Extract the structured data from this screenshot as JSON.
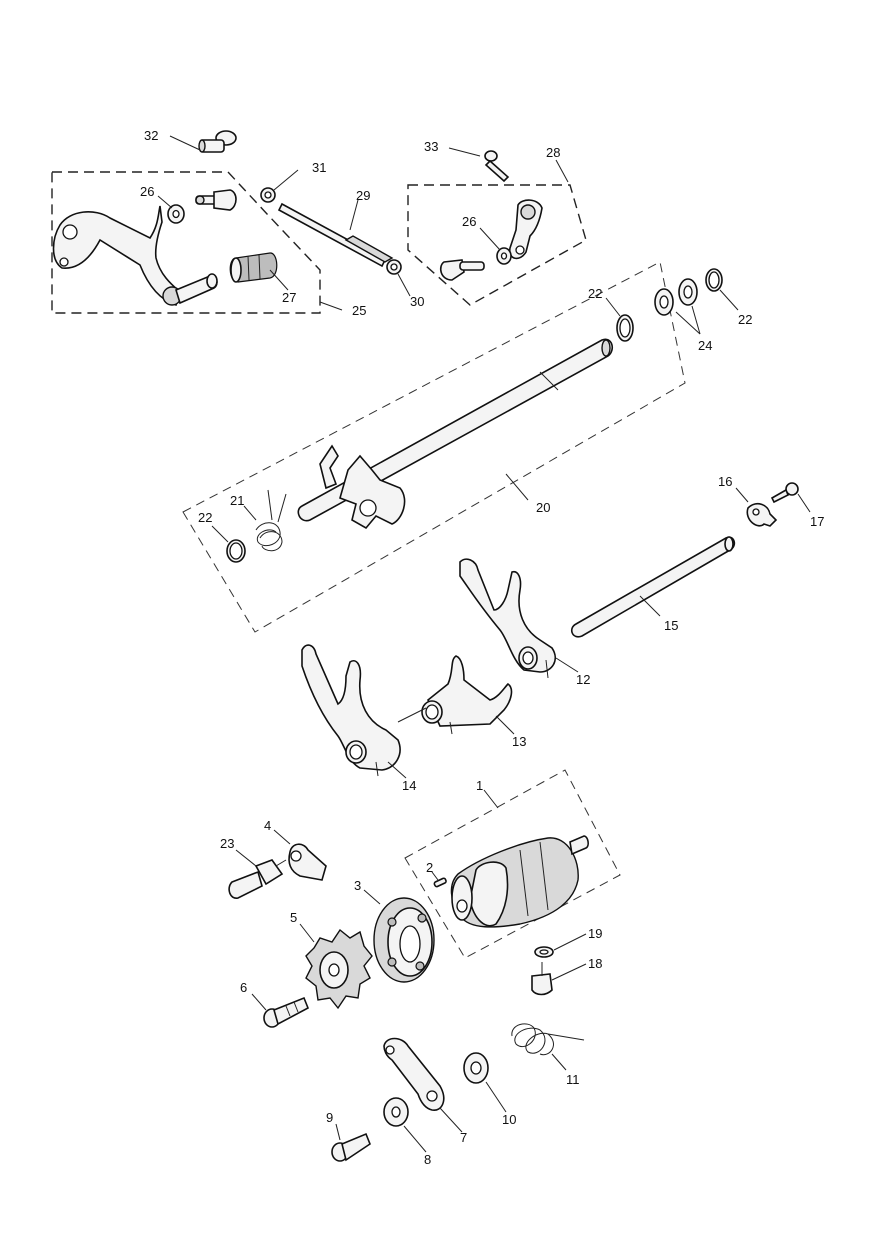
{
  "callouts": [
    {
      "id": "c1",
      "text": "1"
    },
    {
      "id": "c2",
      "text": "2"
    },
    {
      "id": "c3",
      "text": "3"
    },
    {
      "id": "c4",
      "text": "4"
    },
    {
      "id": "c5",
      "text": "5"
    },
    {
      "id": "c6",
      "text": "6"
    },
    {
      "id": "c7",
      "text": "7"
    },
    {
      "id": "c8",
      "text": "8"
    },
    {
      "id": "c9",
      "text": "9"
    },
    {
      "id": "c10",
      "text": "10"
    },
    {
      "id": "c11",
      "text": "11"
    },
    {
      "id": "c12",
      "text": "12"
    },
    {
      "id": "c13",
      "text": "13"
    },
    {
      "id": "c14",
      "text": "14"
    },
    {
      "id": "c15",
      "text": "15"
    },
    {
      "id": "c16",
      "text": "16"
    },
    {
      "id": "c17",
      "text": "17"
    },
    {
      "id": "c18",
      "text": "18"
    },
    {
      "id": "c19",
      "text": "19"
    },
    {
      "id": "c20",
      "text": "20"
    },
    {
      "id": "c21",
      "text": "21"
    },
    {
      "id": "c22a",
      "text": "22"
    },
    {
      "id": "c22b",
      "text": "22"
    },
    {
      "id": "c22c",
      "text": "22"
    },
    {
      "id": "c23",
      "text": "23"
    },
    {
      "id": "c24",
      "text": "24"
    },
    {
      "id": "c25",
      "text": "25"
    },
    {
      "id": "c26a",
      "text": "26"
    },
    {
      "id": "c26b",
      "text": "26"
    },
    {
      "id": "c27",
      "text": "27"
    },
    {
      "id": "c28",
      "text": "28"
    },
    {
      "id": "c29",
      "text": "29"
    },
    {
      "id": "c30",
      "text": "30"
    },
    {
      "id": "c31",
      "text": "31"
    },
    {
      "id": "c32",
      "text": "32"
    },
    {
      "id": "c33",
      "text": "33"
    }
  ]
}
